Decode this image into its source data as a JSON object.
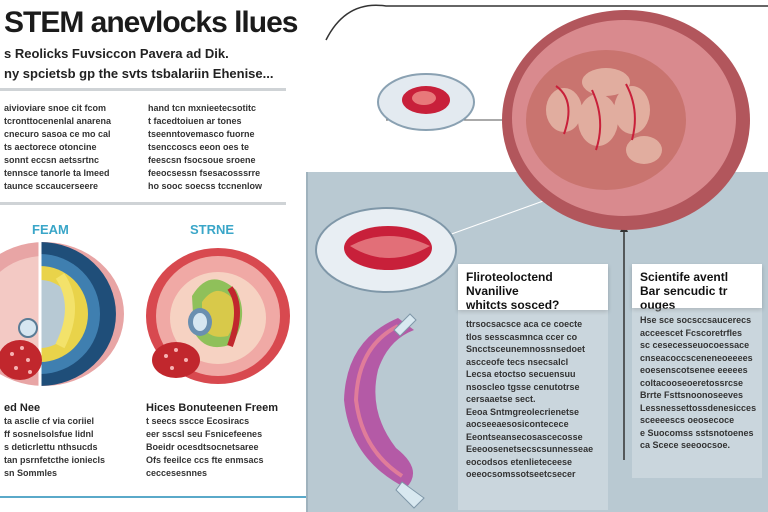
{
  "header": {
    "title": "STEM anevlocks llues",
    "subtitle_1": "s Reolicks Fuvsiccon Pavera ad Dik.",
    "subtitle_2": "ny spcietsb gp the svts tsbalariin Ehenise..."
  },
  "left_columns": {
    "col1_lines": [
      "aivioviare snoe cit fcom",
      "tcronttocenenlal anarena",
      "cnecuro sasoa ce mo cal",
      "ts aectorece otoncine",
      "sonnt eccsn aetssrtnc",
      "tennsce tanorle ta lmeed",
      "taunce sccaucerseere"
    ],
    "col2_lines": [
      "hand tcn mxnieetecsotitc",
      "t facedtoiuen ar tones",
      "tseenntovemasco fuorne",
      "tsenccoscs eeon oes te",
      "feescsn fsocsoue sroene",
      "feeocsessn fsesacosssrre",
      "ho sooc soecss tccnenlow"
    ]
  },
  "illustration_labels": {
    "left_label": "FEAM",
    "right_label": "STRNE"
  },
  "bottom_captions": {
    "left_title": "ed Nee",
    "left_lines": [
      "ta asclie cf via coriiel",
      "ff sosnelsolsfue lidnl",
      "s deticrlettu nthsucds",
      "tan psrnfetcthe ioniecls",
      "sn Sommles"
    ],
    "right_title": "Hices Bonuteenen Freem",
    "right_lines": [
      "t seecs sscce Ecosiracs",
      "eer sscsl seu Fsnicefeenes",
      "Boeidr ocesdtsocnetsaree",
      "Ofs feeilce ccs fte enmsacs",
      "ceccesesnnes"
    ]
  },
  "cards": {
    "middle": {
      "heading_1": "Fliroteoloctend Nvanilive",
      "heading_2": "whitcts sosced?",
      "lines": [
        "ttrsocsacsce aca ce coecte",
        "tlos sesscasmnca ccer co",
        "Sncctsceunemnossnsedoet",
        "ascceofe tecs nsecsalcl",
        "Lecsa etoctso secuensuu",
        "nsoscleo tgsse cenutotrse",
        "cersaaetse sect.",
        "Eeoa Sntmgreolecrienetse",
        "aocseeaesosicontecece",
        "Eeontseansecosascecosse",
        "Eeeoosenetsecscsunnesseae",
        "eocodsos etenlieteceese",
        "oeeocsomssotseetcsecer"
      ]
    },
    "right": {
      "heading_1": "Scientife aventl",
      "heading_2": "Bar sencudic tr ouges",
      "lines": [
        "Hse sce socsccsaucerecs",
        "acceescet Fcscoretrfles",
        "sc cesecesseuocoessace",
        "cnseacoccsceneneoeeees",
        "eoesenscotsenee eeeees",
        "coltacooseoeretossrcse",
        "Brrte Fsttsnoonoseeves",
        "Lessnessettossdenesicces",
        "sceeeescs oeosecoce",
        "e Suocomss sstsnotoenes",
        "ca Scece seeoocsoe."
      ]
    }
  },
  "colors": {
    "accent_blue": "#3aa6c8",
    "panel_bg": "#b9c9d2",
    "tissue_red": "#c8203a",
    "tissue_pink": "#d98a8e",
    "worm_purple": "#8a4a9a"
  }
}
